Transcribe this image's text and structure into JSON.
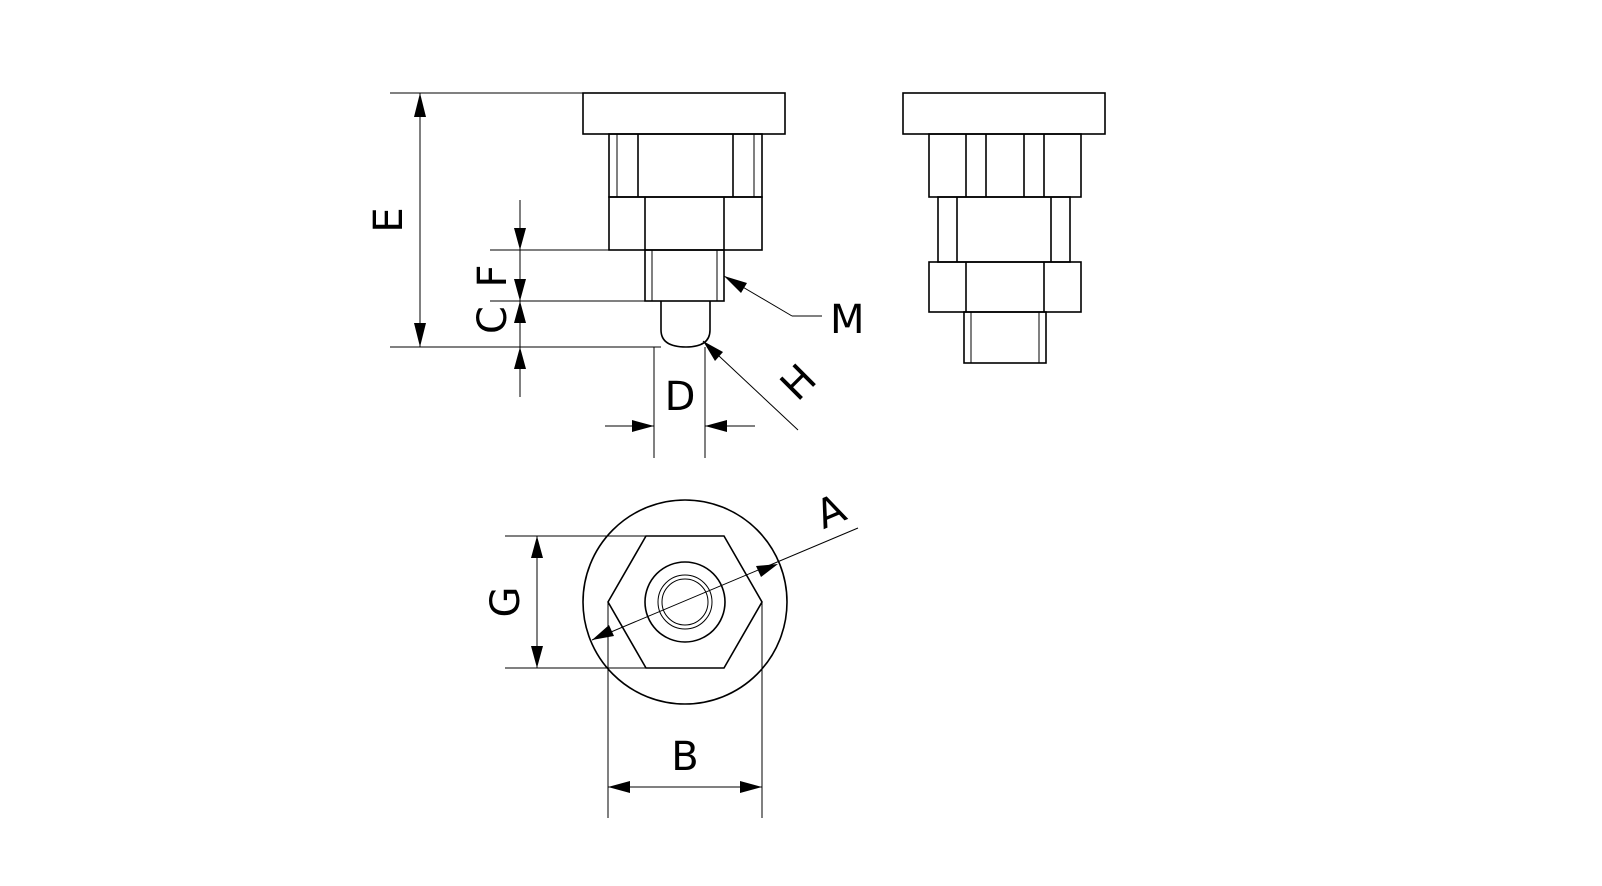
{
  "dimension_labels": {
    "A": "A",
    "B": "B",
    "C": "C",
    "D": "D",
    "E": "E",
    "F": "F",
    "G": "G",
    "H": "H",
    "M": "M"
  },
  "colors": {
    "line": "#000000",
    "background": "#ffffff"
  }
}
